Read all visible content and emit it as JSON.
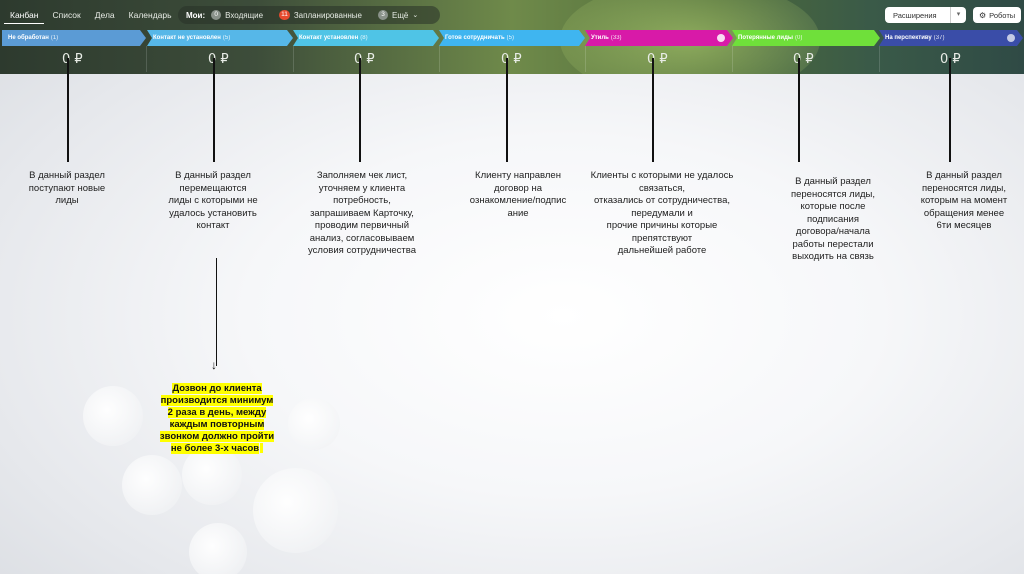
{
  "toolbar": {
    "tabs": [
      "Канбан",
      "Список",
      "Дела",
      "Календарь"
    ],
    "my_label": "Мои:",
    "incoming": {
      "count": "0",
      "label": "Входящие"
    },
    "planned": {
      "count": "11",
      "label": "Запланированные"
    },
    "more": {
      "count": "3",
      "label": "Ещё"
    },
    "extensions_label": "Расширения",
    "robots_label": "Роботы"
  },
  "stages": [
    {
      "name": "Не обработан",
      "count": "(1)",
      "color": "#5b9bd5"
    },
    {
      "name": "Контакт не установлен",
      "count": "(5)",
      "color": "#56b7e8"
    },
    {
      "name": "Контакт установлен",
      "count": "(8)",
      "color": "#4fc4e6"
    },
    {
      "name": "Готов сотрудничать",
      "count": "(5)",
      "color": "#3fb5f0"
    },
    {
      "name": "Утиль",
      "count": "(33)",
      "color": "#d81aa8"
    },
    {
      "name": "Потерянные лиды",
      "count": "(0)",
      "color": "#6fe03a"
    },
    {
      "name": "На перспективу",
      "count": "(37)",
      "color": "#3a4da8"
    }
  ],
  "stage_sums": [
    "0 ₽",
    "0 ₽",
    "0 ₽",
    "0 ₽",
    "0 ₽",
    "0 ₽",
    "0 ₽"
  ],
  "descriptions": [
    "В данный раздел\nпоступают новые\nлиды",
    "В данный раздел\nперемещаются\nлиды с которыми не\nудалось установить\nконтакт",
    "Заполняем чек лист,\nуточняем у клиента\nпотребность,\nзапрашиваем Карточку,\nпроводим первичный\nанализ, согласовываем\nусловия сотрудничества",
    "Клиенту направлен\nдоговор на\nознакомление/подпис\nание",
    "Клиенты с которыми не удалось\nсвязаться,\nотказались от сотрудничества,\nпередумали и\nпрочие причины которые\nпрепятствуют\nдальнейшей работе",
    "В данный раздел\nпереносятся лиды,\nкоторые после\nподписания\nдоговора/начала\nработы перестали\nвыходить на связь",
    "В данный раздел\nпереносятся лиды,\nкоторым на момент\nобращения менее\n6ти месяцев"
  ],
  "note": "Дозвон до клиента\nпроизводится минимум\n2 раза в день, между\nкаждым повторным\nзвонком должно пройти\nне более 3-х часов"
}
